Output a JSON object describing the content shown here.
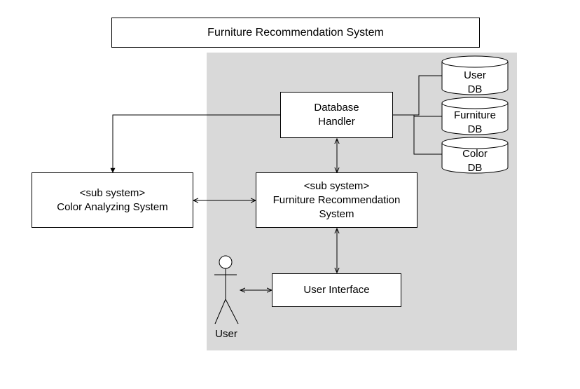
{
  "title": "Furniture Recommendation System",
  "nodes": {
    "database_handler": {
      "line1": "Database",
      "line2": "Handler"
    },
    "color_analyzing": {
      "stereotype": "<sub system>",
      "name": "Color Analyzing System"
    },
    "furniture_recommendation": {
      "stereotype": "<sub system>",
      "line1": "Furniture Recommendation",
      "line2": "System"
    },
    "user_interface": {
      "label": "User Interface"
    }
  },
  "databases": [
    {
      "line1": "User",
      "line2": "DB"
    },
    {
      "line1": "Furniture",
      "line2": "DB"
    },
    {
      "line1": "Color",
      "line2": "DB"
    }
  ],
  "actor": {
    "label": "User"
  },
  "colors": {
    "panel": "#d9d9d9",
    "line": "#000000",
    "box_fill": "#ffffff"
  }
}
